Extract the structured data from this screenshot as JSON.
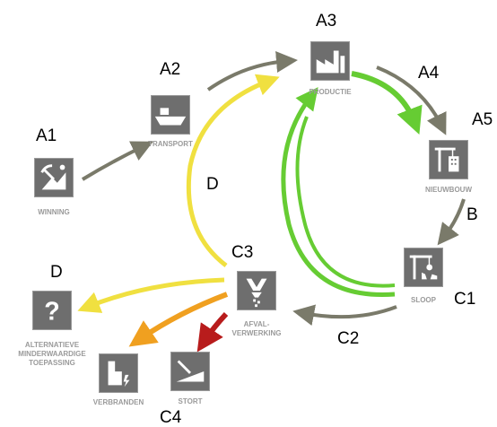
{
  "colors": {
    "node_fill": "#6e6e6e",
    "caption": "#9a9a9a",
    "arrow_grey": "#7a7a6a",
    "arrow_green": "#66cc33",
    "arrow_yellow": "#f0e040",
    "arrow_orange": "#f0a020",
    "arrow_red": "#b81c1c"
  },
  "nodes": {
    "winning": {
      "caption": "WINNING",
      "stage": "A1",
      "icon": "mining-icon"
    },
    "transport": {
      "caption": "TRANSPORT",
      "stage": "A2",
      "icon": "ship-icon"
    },
    "productie": {
      "caption": "PRODUCTIE",
      "stage": "A3",
      "icon": "factory-icon"
    },
    "nieuwbouw": {
      "caption": "NIEUWBOUW",
      "stage": "A5",
      "icon": "crane-building-icon"
    },
    "sloop": {
      "caption": "SLOOP",
      "stage": "C1",
      "icon": "demolition-crane-icon"
    },
    "afvalverwerking": {
      "caption": "AFVAL-\nVERWERKING",
      "stage": "C3",
      "icon": "crusher-icon"
    },
    "stort": {
      "caption": "STORT",
      "stage": "C4",
      "icon": "landfill-icon"
    },
    "verbranden": {
      "caption": "VERBRANDEN",
      "icon": "incinerator-icon"
    },
    "alternatief": {
      "caption": "ALTERNATIEVE\nMINDERWAARDIGE\nTOEPASSING",
      "stage": "D",
      "icon": "question-mark-icon"
    }
  },
  "arrow_labels": {
    "a4": "A4",
    "b": "B",
    "c2": "C2",
    "d_upcycle": "D"
  }
}
